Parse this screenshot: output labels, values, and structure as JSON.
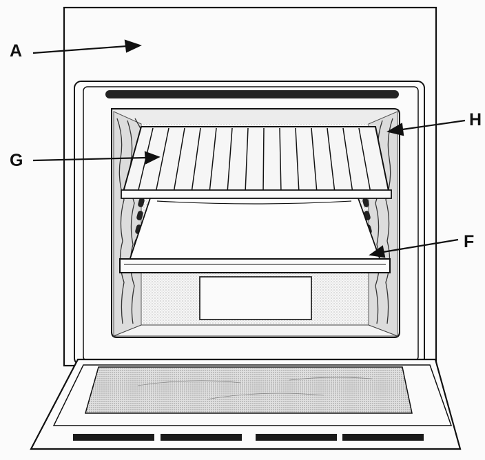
{
  "callouts": {
    "a": "A",
    "g": "G",
    "h": "H",
    "f": "F"
  },
  "colors": {
    "ink": "#111111",
    "paper": "#fbfbfb",
    "shade": "#e3e3e3",
    "glass": "#d6d6d6"
  }
}
